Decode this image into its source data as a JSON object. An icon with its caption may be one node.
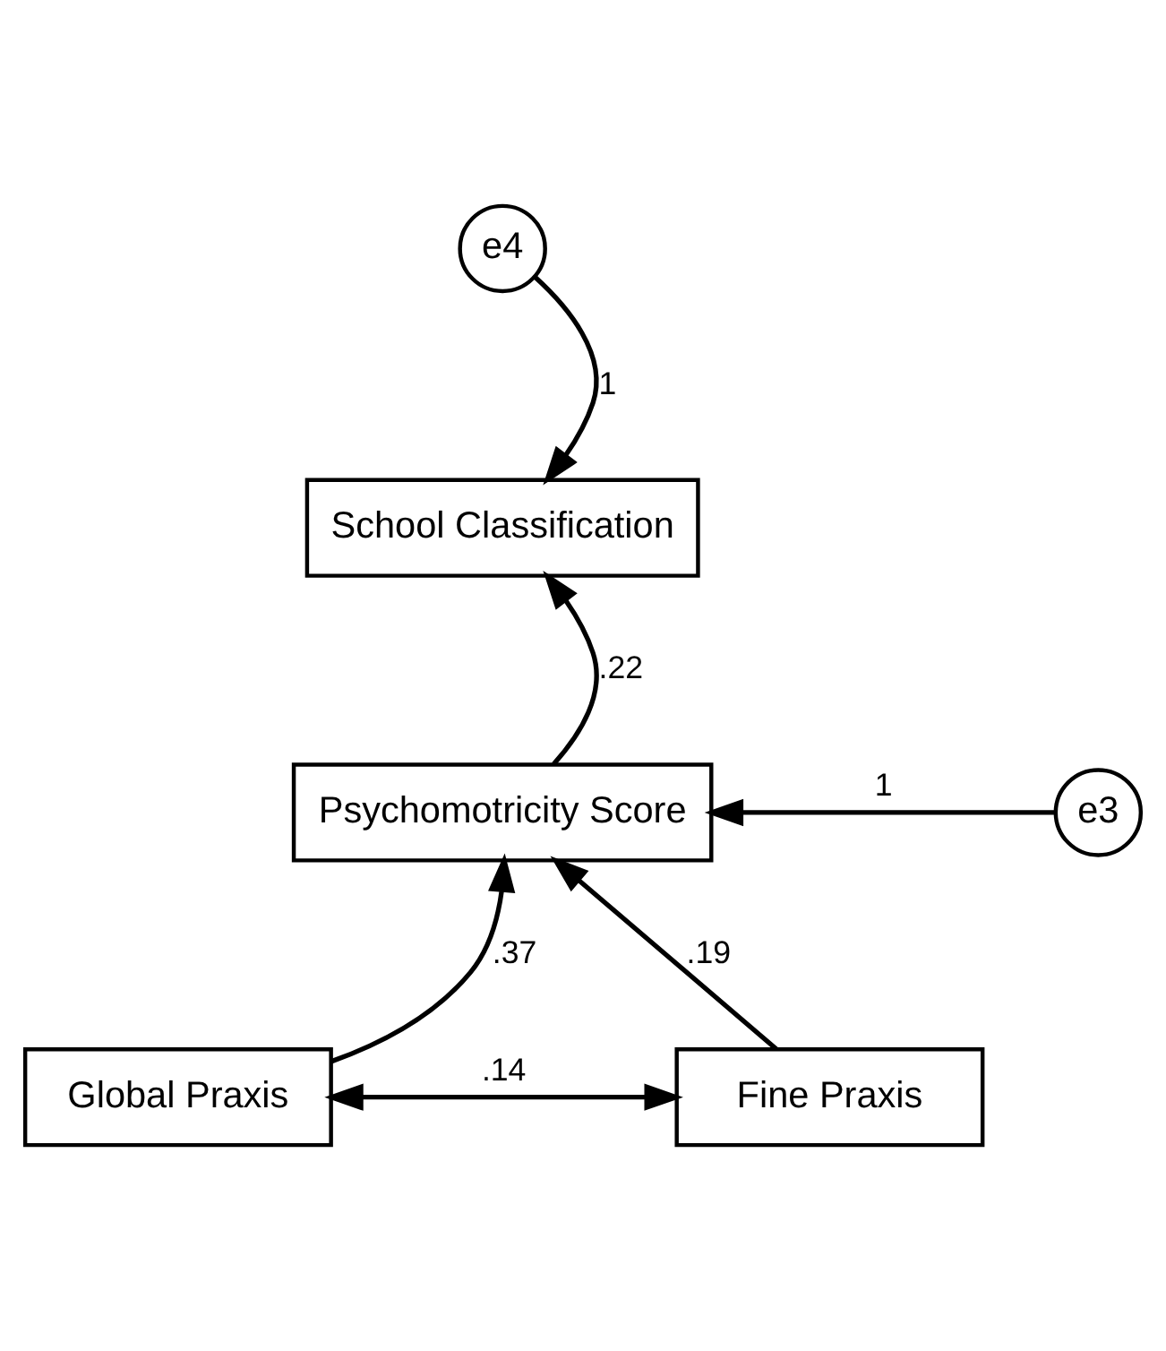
{
  "diagram": {
    "nodes": [
      {
        "text": [
          "e4"
        ]
      },
      {
        "text": [
          "School Classification"
        ]
      },
      {
        "text": [
          "Psychomotricity Score"
        ]
      },
      {
        "text": [
          "e3"
        ]
      },
      {
        "text": [
          "Global Praxis"
        ]
      },
      {
        "text": [
          "Fine Praxis"
        ]
      }
    ],
    "edges": [
      {
        "from": 0,
        "to": 1,
        "arrow": "to",
        "label": "1"
      },
      {
        "from": 2,
        "to": 1,
        "arrow": "to",
        "label": ".22"
      },
      {
        "from": 3,
        "to": 2,
        "arrow": "to",
        "label": "1"
      },
      {
        "from": 4,
        "to": 2,
        "arrow": "to",
        "label": ".37"
      },
      {
        "from": 5,
        "to": 2,
        "arrow": "to",
        "label": ".19"
      },
      {
        "from": 4,
        "to": 5,
        "arrow": "both",
        "label": ".14"
      }
    ]
  }
}
